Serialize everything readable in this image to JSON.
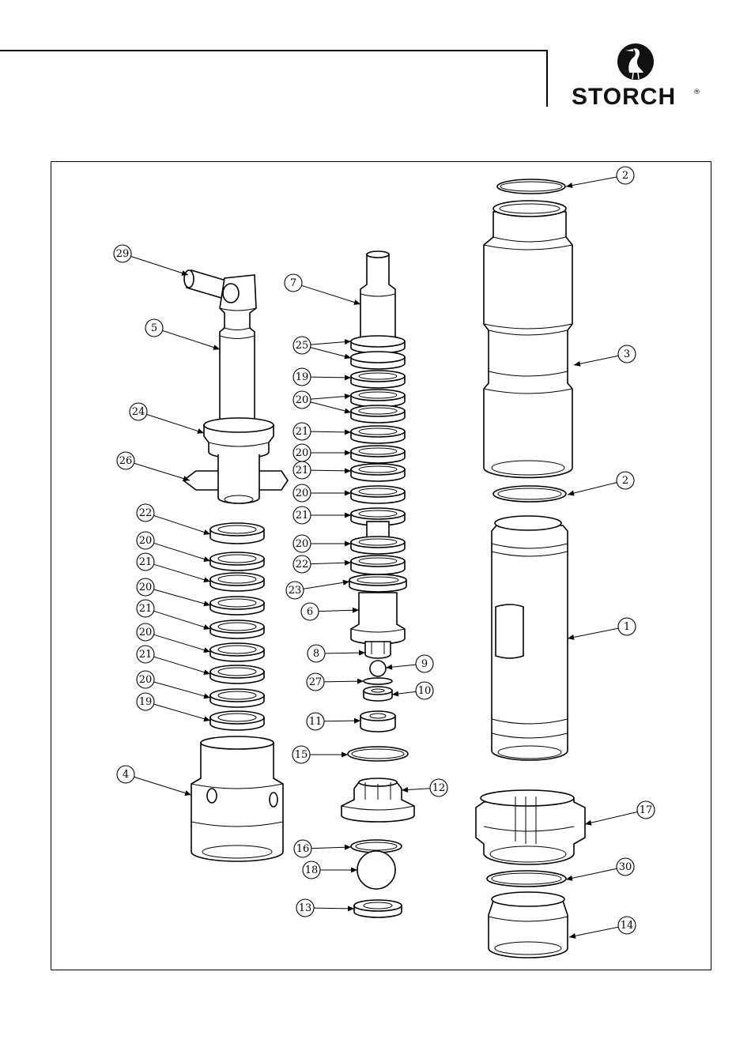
{
  "brand": {
    "name": "STORCH",
    "registered_mark": "®",
    "logo_icon": "stork-emblem-icon"
  },
  "callouts": [
    {
      "label": "2"
    },
    {
      "label": "3"
    },
    {
      "label": "2"
    },
    {
      "label": "1"
    },
    {
      "label": "17"
    },
    {
      "label": "30"
    },
    {
      "label": "14"
    },
    {
      "label": "29"
    },
    {
      "label": "5"
    },
    {
      "label": "24"
    },
    {
      "label": "26"
    },
    {
      "label": "22"
    },
    {
      "label": "20"
    },
    {
      "label": "21"
    },
    {
      "label": "20"
    },
    {
      "label": "21"
    },
    {
      "label": "20"
    },
    {
      "label": "21"
    },
    {
      "label": "20"
    },
    {
      "label": "19"
    },
    {
      "label": "4"
    },
    {
      "label": "7"
    },
    {
      "label": "25"
    },
    {
      "label": "19"
    },
    {
      "label": "20"
    },
    {
      "label": "21"
    },
    {
      "label": "20"
    },
    {
      "label": "21"
    },
    {
      "label": "20"
    },
    {
      "label": "21"
    },
    {
      "label": "20"
    },
    {
      "label": "22"
    },
    {
      "label": "23"
    },
    {
      "label": "6"
    },
    {
      "label": "8"
    },
    {
      "label": "9"
    },
    {
      "label": "27"
    },
    {
      "label": "10"
    },
    {
      "label": "11"
    },
    {
      "label": "15"
    },
    {
      "label": "12"
    },
    {
      "label": "16"
    },
    {
      "label": "18"
    },
    {
      "label": "13"
    }
  ]
}
